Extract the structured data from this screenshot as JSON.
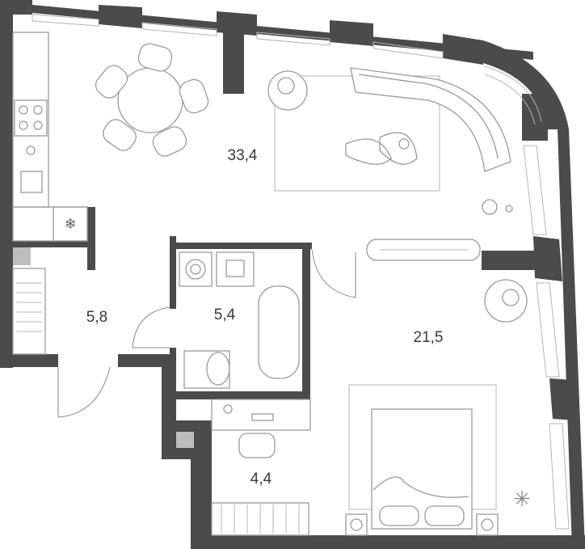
{
  "rooms": [
    {
      "id": "living-kitchen",
      "area": "33,4"
    },
    {
      "id": "hallway",
      "area": "5,8"
    },
    {
      "id": "bathroom",
      "area": "5,4"
    },
    {
      "id": "bedroom",
      "area": "21,5"
    },
    {
      "id": "study",
      "area": "4,4"
    }
  ],
  "colors": {
    "wall": "#4b4b4b",
    "furniture": "#9a9a9a",
    "background": "#ffffff"
  }
}
